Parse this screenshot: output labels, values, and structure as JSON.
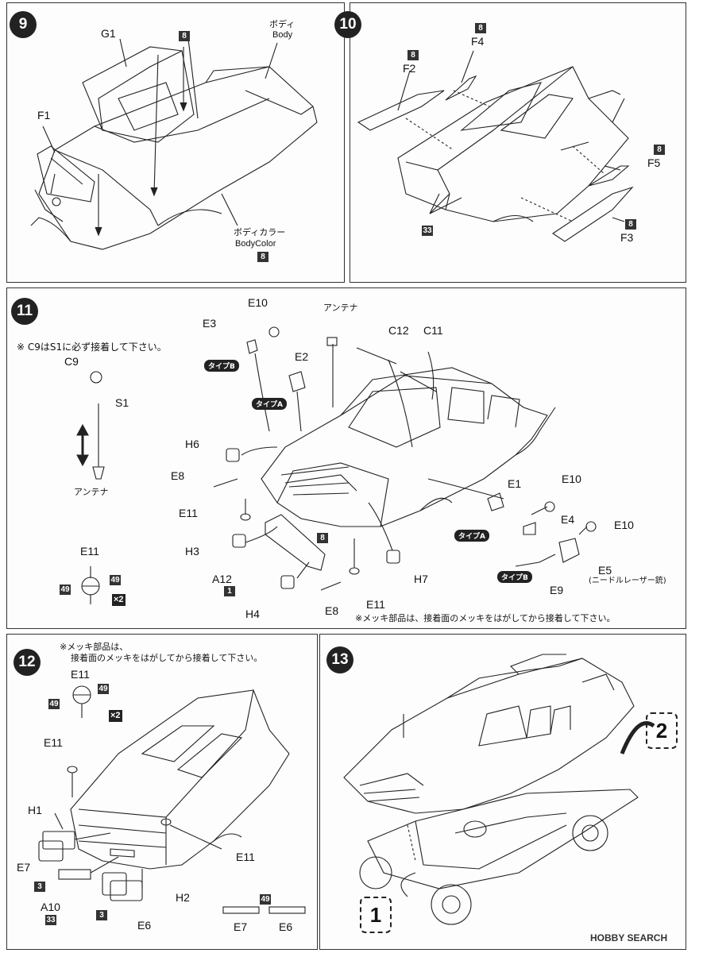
{
  "steps": {
    "s9": "9",
    "s10": "10",
    "s11": "11",
    "s12": "12",
    "s13": "13"
  },
  "step9": {
    "g1": "G1",
    "f1": "F1",
    "badge_g1": "8",
    "body_jp": "ボディ",
    "body_en": "Body",
    "bodycolor_jp": "ボディカラー",
    "bodycolor_en": "BodyColor",
    "badge_bodycolor": "8"
  },
  "step10": {
    "f4": "F4",
    "badge_f4": "8",
    "f2": "F2",
    "badge_f2": "8",
    "f5": "F5",
    "badge_f5": "8",
    "f3": "F3",
    "badge_f3": "8",
    "badge_33": "33"
  },
  "step11": {
    "note_c9": "※ C9はS1に必ず接着して下さい。",
    "c9": "C9",
    "s1": "S1",
    "antenna_left": "アンテナ",
    "antenna_top": "アンテナ",
    "e10_top": "E10",
    "e3": "E3",
    "type_b_1": "タイプB",
    "e2": "E2",
    "type_a_1": "タイプA",
    "c12": "C12",
    "c11": "C11",
    "h6": "H6",
    "e8_left": "E8",
    "e11_mid": "E11",
    "h3": "H3",
    "a12": "A12",
    "badge_a12": "1",
    "badge_body": "8",
    "h4": "H4",
    "e8_bottom": "E8",
    "e11_bottom": "E11",
    "h7": "H7",
    "e1": "E1",
    "type_a_2": "タイプA",
    "e10_right": "E10",
    "e4": "E4",
    "e10_right2": "E10",
    "type_b_2": "タイプB",
    "e9": "E9",
    "e5": "E5",
    "e5_note": "(ニードルレーザー銃)",
    "e11_detail": "E11",
    "badge_49a": "49",
    "badge_49b": "49",
    "count": "×2",
    "note_plating": "※メッキ部品は、接着面のメッキをはがしてから接着して下さい。"
  },
  "step12": {
    "note_line1": "※メッキ部品は、",
    "note_line2": "接着面のメッキをはがしてから接着して下さい。",
    "e11_detail": "E11",
    "badge_49a": "49",
    "badge_49b": "49",
    "count": "×2",
    "e11_a": "E11",
    "h1": "H1",
    "e7": "E7",
    "badge_3a": "3",
    "a10": "A10",
    "badge_33": "33",
    "badge_3b": "3",
    "e6": "E6",
    "h2": "H2",
    "e11_b": "E11",
    "badge_49c": "49",
    "e7_b": "E7",
    "e6_b": "E6"
  },
  "step13": {
    "ref_1": "1",
    "ref_2": "2"
  },
  "watermark": "HOBBY SEARCH"
}
